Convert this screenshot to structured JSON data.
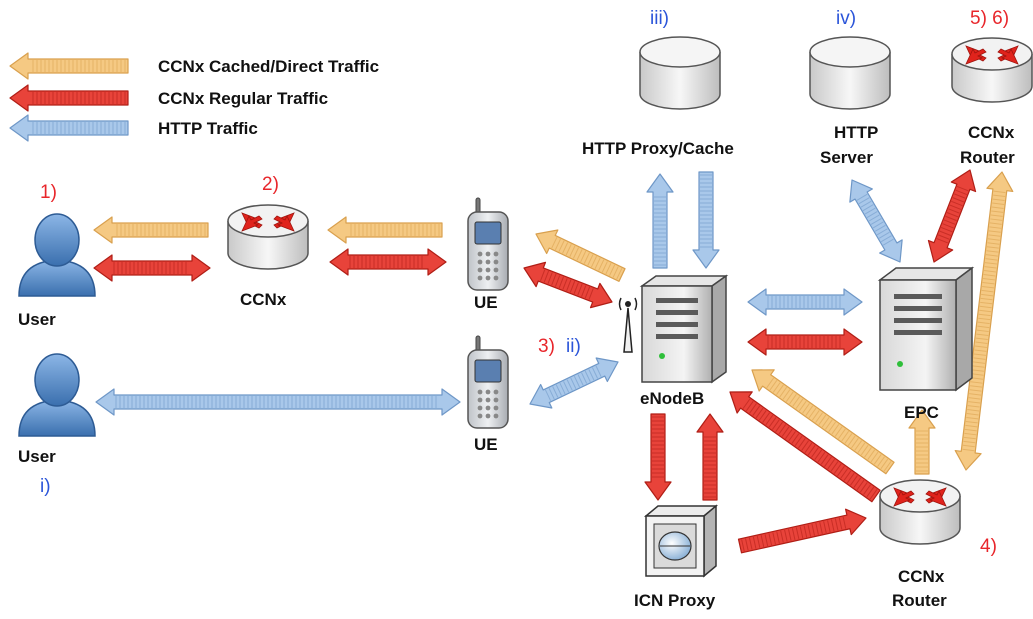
{
  "legend": {
    "cached": "CCNx Cached/Direct Traffic",
    "regular": "CCNx Regular Traffic",
    "http": "HTTP Traffic"
  },
  "labels": {
    "user_top": "User",
    "user_bottom": "User",
    "ccnx_left": "CCNx",
    "ue_top": "UE",
    "ue_bottom": "UE",
    "enodeb": "eNodeB",
    "http_proxy": "HTTP Proxy/Cache",
    "http_server_1": "HTTP",
    "http_server_2": "Server",
    "ccnx_router_top_1": "CCNx",
    "ccnx_router_top_2": "Router",
    "epc": "EPC",
    "icn_proxy": "ICN Proxy",
    "ccnx_router_bottom_1": "CCNx",
    "ccnx_router_bottom_2": "Router"
  },
  "markers": {
    "m1": "1)",
    "m2": "2)",
    "m3": "3)",
    "m_ii": "ii)",
    "m_iii": "iii)",
    "m_iv": "iv)",
    "m56": "5) 6)",
    "m4": "4)",
    "m_i": "i)"
  },
  "colors": {
    "cached": "#f5c983",
    "cached_stroke": "#d9a04e",
    "regular": "#e8433a",
    "regular_stroke": "#b01e16",
    "http": "#a9c8ea",
    "http_stroke": "#6e97c7",
    "marker_red": "#e8262b",
    "marker_blue": "#2b55d9"
  }
}
